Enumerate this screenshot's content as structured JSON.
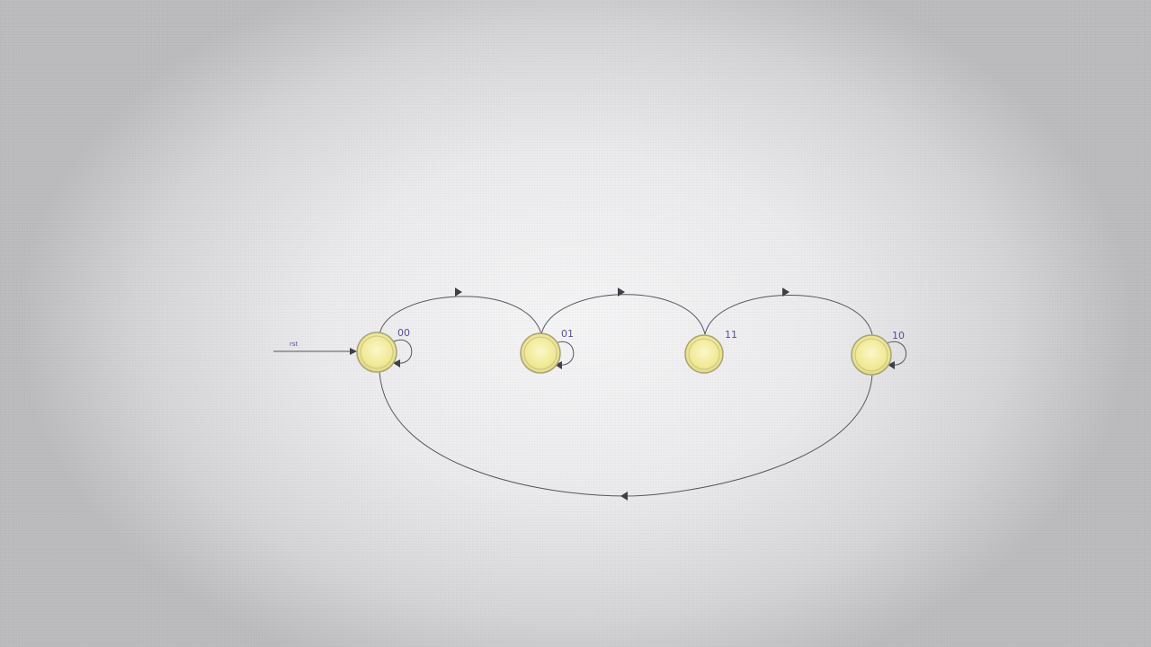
{
  "diagram": {
    "reset_label": "rst",
    "states": [
      {
        "id": "s00",
        "label": "00"
      },
      {
        "id": "s01",
        "label": "01"
      },
      {
        "id": "s11",
        "label": "11"
      },
      {
        "id": "s10",
        "label": "10"
      }
    ],
    "transitions": [
      {
        "from": "00",
        "to": "00"
      },
      {
        "from": "00",
        "to": "01"
      },
      {
        "from": "01",
        "to": "01"
      },
      {
        "from": "01",
        "to": "11"
      },
      {
        "from": "11",
        "to": "10"
      },
      {
        "from": "10",
        "to": "10"
      },
      {
        "from": "10",
        "to": "00"
      }
    ],
    "colors": {
      "state_fill": "#f2ec9c",
      "state_stroke": "#a8a37a",
      "edge": "#55565c",
      "label": "#5b4aa0"
    }
  }
}
